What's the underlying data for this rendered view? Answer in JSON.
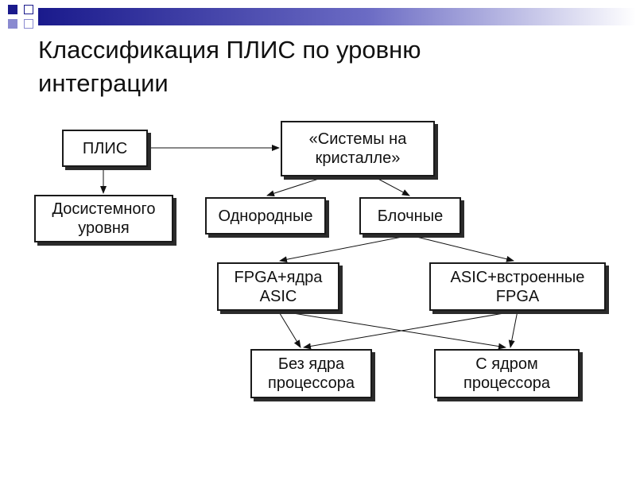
{
  "slide": {
    "title": "Классификация ПЛИС по уровню\nинтеграции",
    "accent_colors": [
      "#1a1a8c",
      "#8a8ad0"
    ]
  },
  "diagram": {
    "nodes": {
      "plis": "ПЛИС",
      "soc": "«Системы на\nкристалле»",
      "pre_system": "Досистемного\nуровня",
      "homogeneous": "Однородные",
      "block": "Блочные",
      "fpga_asic": "FPGA+ядра\nASIC",
      "asic_fpga": "ASIC+встроенные\nFPGA",
      "no_core": "Без ядра\nпроцессора",
      "with_core": "С ядром\nпроцессора"
    },
    "edges": [
      {
        "from": "plis",
        "to": "soc"
      },
      {
        "from": "plis",
        "to": "pre_system"
      },
      {
        "from": "soc",
        "to": "homogeneous"
      },
      {
        "from": "soc",
        "to": "block"
      },
      {
        "from": "block",
        "to": "fpga_asic"
      },
      {
        "from": "block",
        "to": "asic_fpga"
      },
      {
        "from": "fpga_asic",
        "to": "no_core"
      },
      {
        "from": "fpga_asic",
        "to": "with_core"
      },
      {
        "from": "asic_fpga",
        "to": "no_core"
      },
      {
        "from": "asic_fpga",
        "to": "with_core"
      }
    ]
  }
}
